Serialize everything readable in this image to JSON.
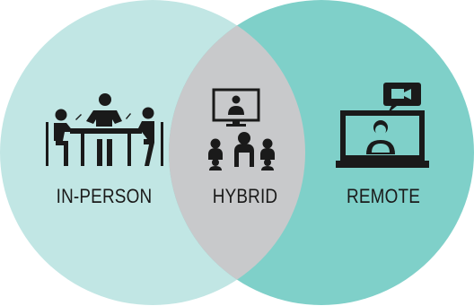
{
  "diagram": {
    "type": "venn",
    "sets": [
      {
        "id": "in-person",
        "label": "IN-PERSON",
        "color": "#c1e6e4",
        "icon": "meeting-table-icon"
      },
      {
        "id": "remote",
        "label": "REMOTE",
        "color": "#7fd0c9",
        "icon": "video-call-laptop-icon"
      }
    ],
    "intersection": {
      "label": "HYBRID",
      "color": "#c8c9cb",
      "icon": "hybrid-presentation-icon"
    },
    "icon_color": "#1a1a1a"
  }
}
